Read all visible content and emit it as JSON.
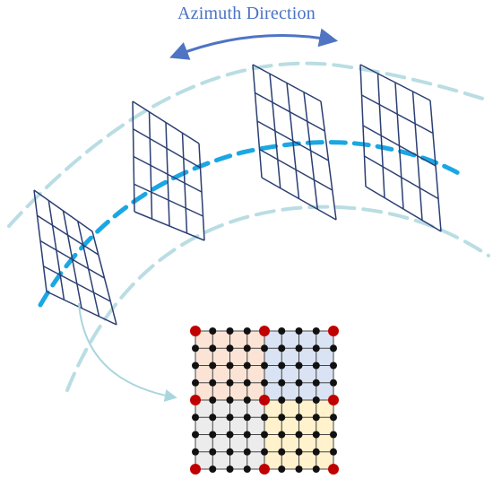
{
  "title": "Azimuth Direction",
  "colors": {
    "title": "#4a73c3",
    "arrow": "#4f74c4",
    "outer_path": "#b9dde3",
    "center_path": "#1aa7e3",
    "panel_grid": "#2b3f73",
    "callout_arrow": "#a9d6dd",
    "red_node": "#c00000",
    "black_node": "#111111",
    "block_tl": "#fbe4d5",
    "block_tr": "#dae3f3",
    "block_bl": "#ececec",
    "block_br": "#fff2cc",
    "detail_lines": "#444444"
  },
  "panels": {
    "count": 4,
    "cells": "4x4"
  },
  "detail_grid": {
    "nodes_per_side": 9,
    "blocks": "2x2",
    "red_node_positions": "corners of each 4x4 block"
  }
}
